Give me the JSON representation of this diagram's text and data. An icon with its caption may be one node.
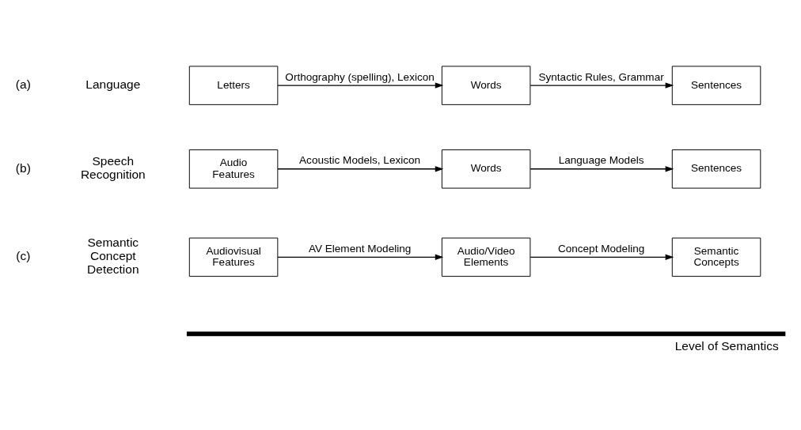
{
  "diagram": {
    "nodes": [
      {
        "text": [
          "Letters"
        ]
      },
      {
        "text": [
          "Words"
        ]
      },
      {
        "text": [
          "Sentences"
        ]
      },
      {
        "text": [
          "Audio Features"
        ]
      },
      {
        "text": [
          "Words"
        ]
      },
      {
        "text": [
          "Sentences"
        ]
      },
      {
        "text": [
          "Audiovisual Features"
        ]
      },
      {
        "text": [
          "Audio/Video Elements"
        ]
      },
      {
        "text": [
          "Semantic Concepts"
        ]
      }
    ],
    "edges": [
      {
        "from": 0,
        "to": 1,
        "arrow": "to",
        "label": "Orthography (spelling), Lexicon"
      },
      {
        "from": 1,
        "to": 2,
        "arrow": "to",
        "label": "Syntactic Rules, Grammar"
      },
      {
        "from": 3,
        "to": 4,
        "arrow": "to",
        "label": "Acoustic Models, Lexicon"
      },
      {
        "from": 4,
        "to": 5,
        "arrow": "to",
        "label": "Language Models"
      },
      {
        "from": 6,
        "to": 7,
        "arrow": "to",
        "label": "AV Element Modeling"
      },
      {
        "from": 7,
        "to": 8,
        "arrow": "to",
        "label": "Concept Modeling"
      }
    ],
    "labels": [
      "(a)",
      "Language",
      "(b)",
      "Speech Recognition",
      "(c)",
      "Semantic Concept Detection",
      "Level of Semantics"
    ]
  }
}
